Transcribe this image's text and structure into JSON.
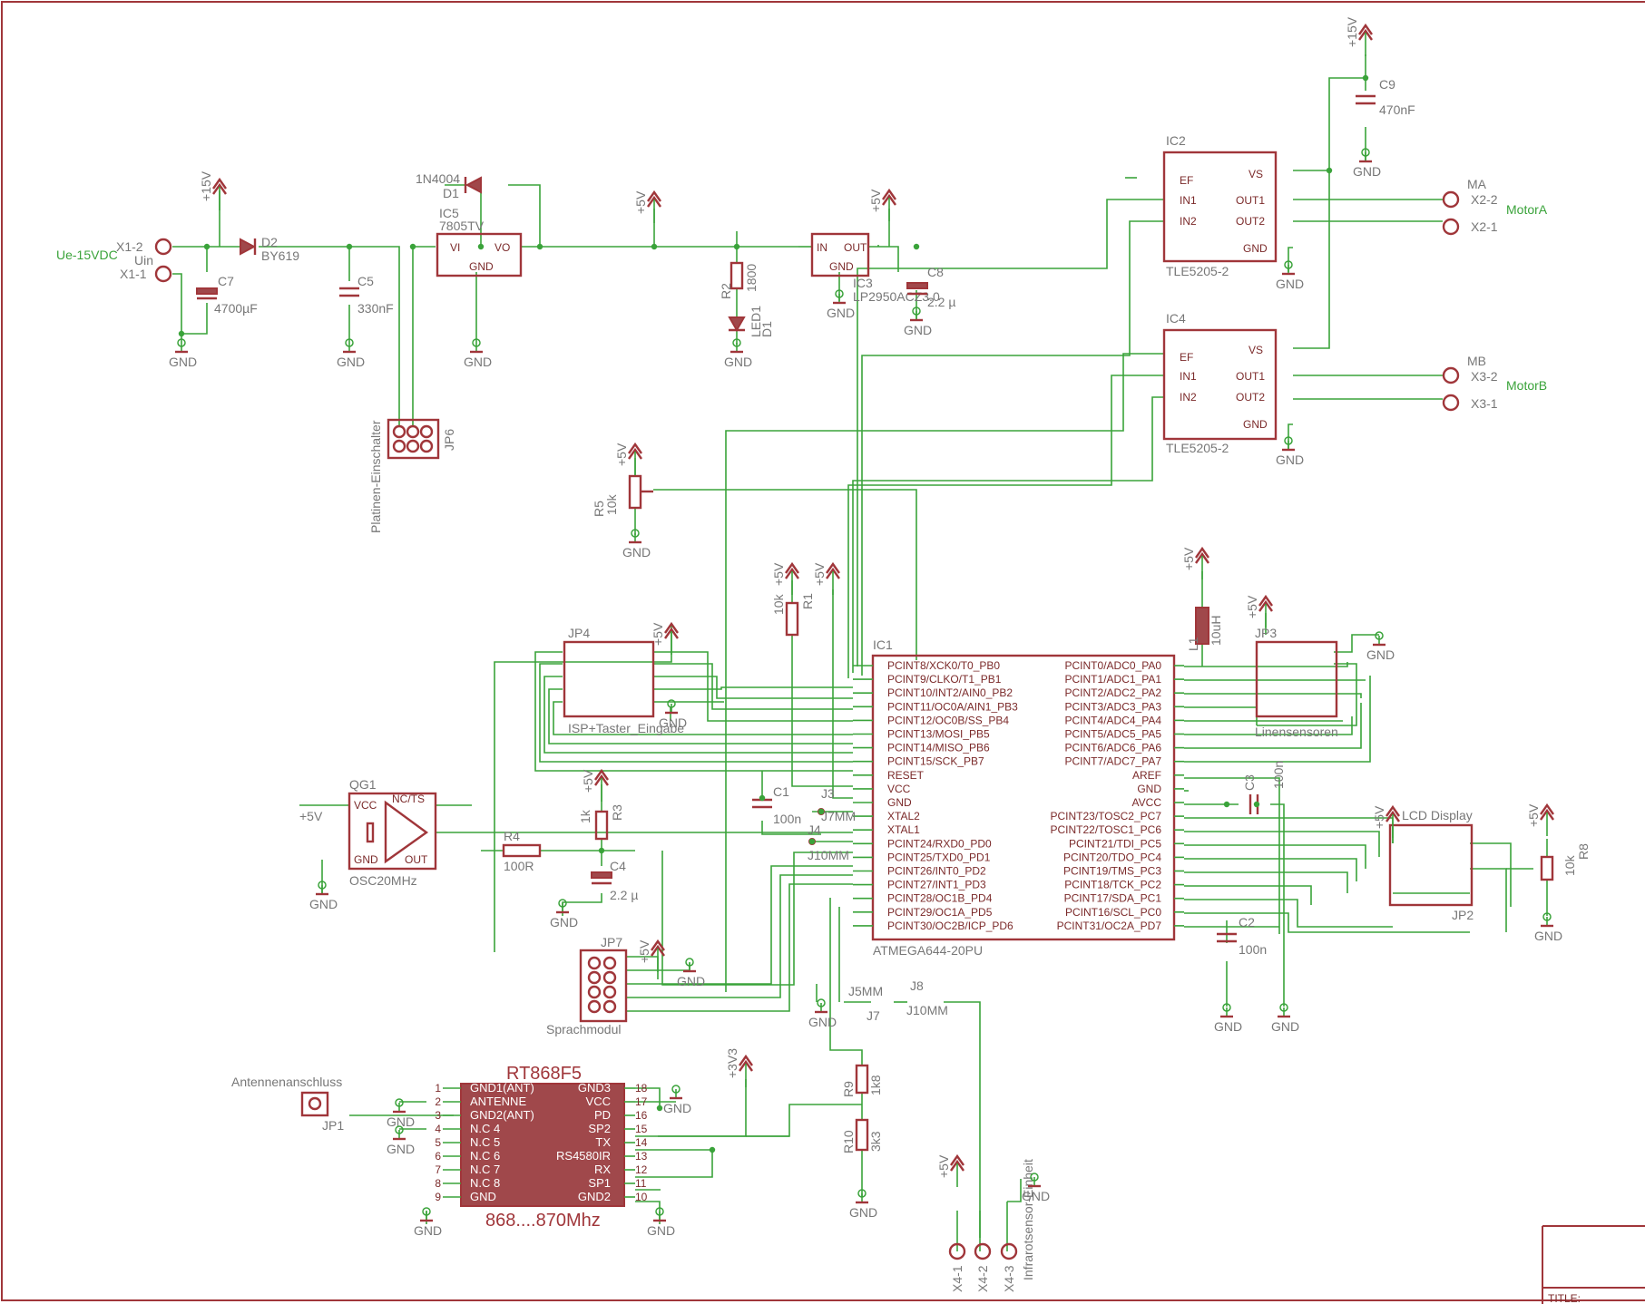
{
  "schematic": {
    "ic1": {
      "ref": "IC1",
      "value": "ATMEGA644-20PU",
      "left_pins": [
        "PCINT8/XCK0/T0_PB0",
        "PCINT9/CLKO/T1_PB1",
        "PCINT10/INT2/AIN0_PB2",
        "PCINT11/OC0A/AIN1_PB3",
        "PCINT12/OC0B/SS_PB4",
        "PCINT13/MOSI_PB5",
        "PCINT14/MISO_PB6",
        "PCINT15/SCK_PB7",
        "RESET",
        "VCC",
        "GND",
        "XTAL2",
        "XTAL1",
        "PCINT24/RXD0_PD0",
        "PCINT25/TXD0_PD1",
        "PCINT26/INT0_PD2",
        "PCINT27/INT1_PD3",
        "PCINT28/OC1B_PD4",
        "PCINT29/OC1A_PD5",
        "PCINT30/OC2B/ICP_PD6"
      ],
      "right_pins": [
        "PCINT0/ADC0_PA0",
        "PCINT1/ADC1_PA1",
        "PCINT2/ADC2_PA2",
        "PCINT3/ADC3_PA3",
        "PCINT4/ADC4_PA4",
        "PCINT5/ADC5_PA5",
        "PCINT6/ADC6_PA6",
        "PCINT7/ADC7_PA7",
        "AREF",
        "GND",
        "AVCC",
        "PCINT23/TOSC2_PC7",
        "PCINT22/TOSC1_PC6",
        "PCINT21/TDI_PC5",
        "PCINT20/TDO_PC4",
        "PCINT19/TMS_PC3",
        "PCINT18/TCK_PC2",
        "PCINT17/SDA_PC1",
        "PCINT16/SCL_PC0",
        "PCINT31/OC2A_PD7"
      ]
    },
    "ic2": {
      "ref": "IC2",
      "value": "TLE5205-2",
      "pins": [
        "EF",
        "IN1",
        "IN2",
        "VS",
        "OUT1",
        "OUT2",
        "GND"
      ]
    },
    "ic4": {
      "ref": "IC4",
      "value": "TLE5205-2",
      "pins": [
        "EF",
        "IN1",
        "IN2",
        "VS",
        "OUT1",
        "OUT2",
        "GND"
      ]
    },
    "ic5": {
      "ref": "IC5",
      "value": "7805TV",
      "vi": "VI",
      "vo": "VO",
      "gnd": "GND"
    },
    "ic3": {
      "ref": "IC3",
      "value": "LP2950ACZ3.0",
      "in": "IN",
      "out": "OUT",
      "gnd": "GND"
    },
    "qg1": {
      "ref": "QG1",
      "value": "OSC20MHz",
      "vcc": "VCC",
      "gnd": "GND",
      "nc": "NC/TS",
      "out": "OUT"
    },
    "rt": {
      "title": "RT868F5",
      "subtitle": "868....870Mhz",
      "left_pins": [
        "GND1(ANT)",
        "ANTENNE",
        "GND2(ANT)",
        "N.C 4",
        "N.C 5",
        "N.C 6",
        "N.C 7",
        "N.C 8",
        "GND"
      ],
      "right_pins": [
        "GND3",
        "VCC",
        "PD",
        "SP2",
        "TX",
        "RS4580IR",
        "RX",
        "SP1",
        "GND2"
      ]
    },
    "supplies": {
      "p15": "+15V",
      "p5": "+5V",
      "p3v3": "+3V3",
      "gnd": "GND"
    },
    "labels": {
      "ue": "Ue-15VDC",
      "uin": "Uin",
      "x12": "X1-2",
      "x11": "X1-1",
      "d2": "D2",
      "by619": "BY619",
      "c7": "C7",
      "c7v": "4700µF",
      "c5": "C5",
      "c5v": "330nF",
      "d1": "D1",
      "d1v": "1N4004",
      "r2": "R2",
      "r2v": "1800",
      "led1": "LED1",
      "c8": "C8",
      "c8v": "2.2 µ",
      "c9": "C9",
      "c9v": "470nF",
      "ma": "MA",
      "mb": "MB",
      "motora": "MotorA",
      "motorb": "MotorB",
      "x22": "X2-2",
      "x21": "X2-1",
      "x32": "X3-2",
      "x31": "X3-1",
      "jp6": "JP6",
      "platinen": "Platinen-Einschalter",
      "r5": "R5",
      "r5v": "10k",
      "r1": "R1",
      "r1v": "10k",
      "l1": "L1",
      "l1v": "10uH",
      "jp4": "JP4",
      "jp4n": "ISP+Taster_Eingabe",
      "jp3": "JP3",
      "jp3n": "Linensensoren",
      "c1": "C1",
      "c1v": "100n",
      "c3": "C3",
      "c3v": "100n",
      "c2": "C2",
      "c2v": "100n",
      "j3": "J3",
      "j7mm": "J7MM",
      "j4": "J4",
      "j10mm": "J10MM",
      "r4": "R4",
      "r4v": "100R",
      "r3": "R3",
      "r3v": "1k",
      "c4": "C4",
      "c4v": "2.2 µ",
      "jp7": "JP7",
      "sprach": "Sprachmodul",
      "j5mm": "J5MM",
      "j7": "J7",
      "j8": "J8",
      "j10mm2": "J10MM",
      "lcd": "LCD Display",
      "jp2": "JP2",
      "r8": "R8",
      "r8v": "10k",
      "antenne": "Antennenanschluss",
      "jp1": "JP1",
      "r9": "R9",
      "r9v": "1k8",
      "r10": "R10",
      "r10v": "3k3",
      "x41": "X4-1",
      "x42": "X4-2",
      "x43": "X4-3",
      "infrarot": "Infrarotsensor-Einheit",
      "titleblock": "TITLE: "
    }
  }
}
